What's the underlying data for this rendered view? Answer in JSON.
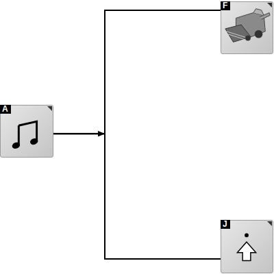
{
  "diagram": {
    "nodes": [
      {
        "text": [
          "A"
        ]
      },
      {
        "text": [
          "F"
        ]
      },
      {
        "text": [
          "J"
        ]
      }
    ],
    "edges": [
      {
        "from": 0,
        "to": 1,
        "arrow": "to"
      },
      {
        "from": 0,
        "to": 2,
        "arrow": "to"
      }
    ]
  }
}
